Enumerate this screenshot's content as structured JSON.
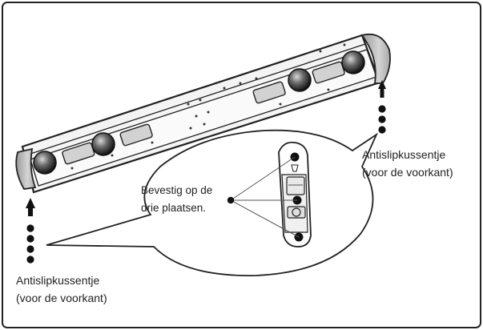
{
  "labels": {
    "right_line1": "Antislipkussentje",
    "right_line2": "(voor de voorkant)",
    "left_line1": "Antislipkussentje",
    "left_line2": "(voor de voorkant)",
    "callout_line1": "Bevestig op de",
    "callout_line2": "drie plaatsen."
  },
  "colors": {
    "stroke": "#222222",
    "bar_fill": "#f4f4f4",
    "slot_fill": "#d2d2d2",
    "pad_fill": "#c8c8c8"
  }
}
